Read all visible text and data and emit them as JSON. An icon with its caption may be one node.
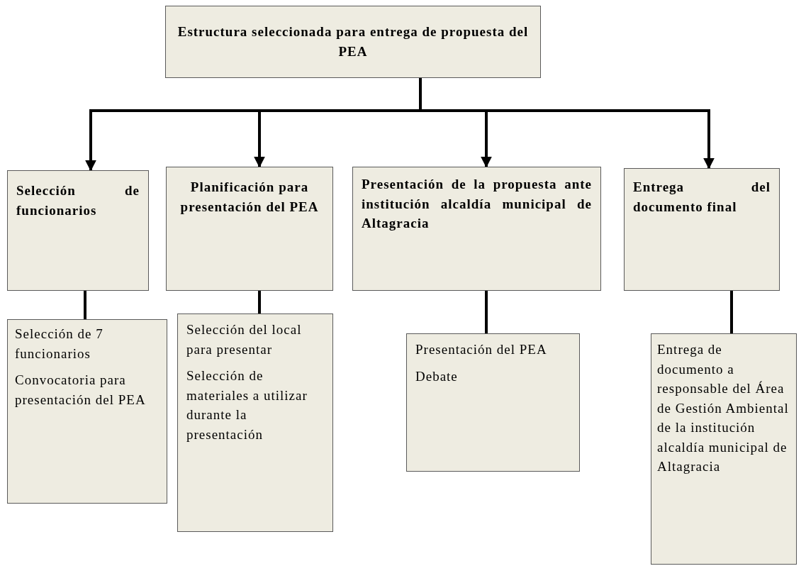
{
  "diagram": {
    "nodes": [
      {
        "text": [
          "Estructura seleccionada para entrega de propuesta del PEA"
        ]
      },
      {
        "text": [
          "Selección de funcionarios"
        ]
      },
      {
        "text": [
          "Planificación para presentación del PEA"
        ]
      },
      {
        "text": [
          "Presentación de la propuesta ante institución alcaldía municipal de Altagracia"
        ]
      },
      {
        "text": [
          "Entrega del documento final"
        ]
      },
      {
        "text": [
          "Selección de 7 funcionarios",
          "Convocatoria para presentación del PEA"
        ]
      },
      {
        "text": [
          "Selección del local para presentar",
          "Selección de materiales a utilizar durante la presentación"
        ]
      },
      {
        "text": [
          "Presentación del PEA",
          "Debate"
        ]
      },
      {
        "text": [
          "Entrega de documento a responsable del Área de Gestión Ambiental de la institución alcaldía municipal de Altagracia"
        ]
      }
    ],
    "edges": [
      {
        "from": 0,
        "to": 1,
        "arrow": "to"
      },
      {
        "from": 0,
        "to": 2,
        "arrow": "to"
      },
      {
        "from": 0,
        "to": 3,
        "arrow": "to"
      },
      {
        "from": 0,
        "to": 4,
        "arrow": "to"
      },
      {
        "from": 1,
        "to": 5,
        "arrow": "none"
      },
      {
        "from": 2,
        "to": 6,
        "arrow": "none"
      },
      {
        "from": 3,
        "to": 7,
        "arrow": "none"
      },
      {
        "from": 4,
        "to": 8,
        "arrow": "none"
      }
    ]
  }
}
